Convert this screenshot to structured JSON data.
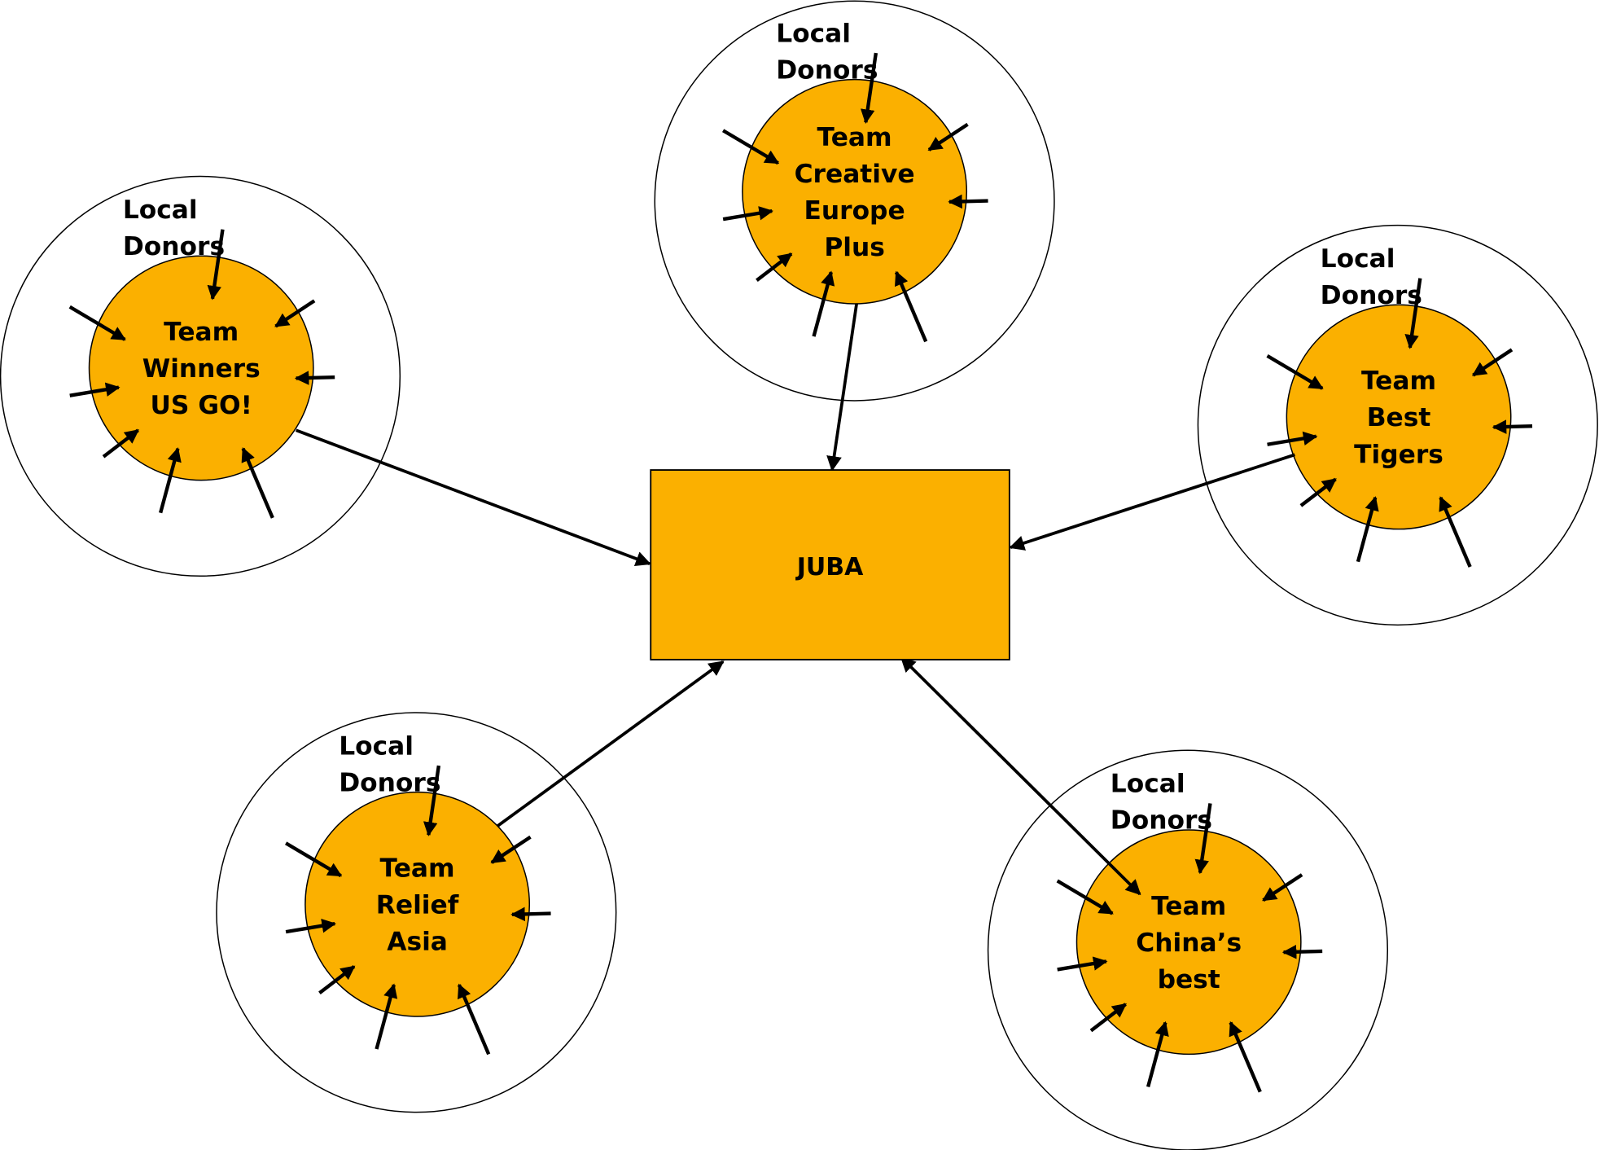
{
  "colors": {
    "fill": "#FBB000",
    "stroke": "#000000"
  },
  "hub": {
    "label": "JUBA"
  },
  "clusters": [
    {
      "id": "winners",
      "donor_label": [
        "Local",
        "Donors"
      ],
      "team_label": [
        "Team",
        "Winners",
        "US GO!"
      ],
      "link": "to-hub"
    },
    {
      "id": "creative",
      "donor_label": [
        "Local",
        "Donors"
      ],
      "team_label": [
        "Team",
        "Creative",
        "Europe",
        "Plus"
      ],
      "link": "to-hub"
    },
    {
      "id": "tigers",
      "donor_label": [
        "Local",
        "Donors"
      ],
      "team_label": [
        "Team",
        "Best",
        "Tigers"
      ],
      "link": "to-hub"
    },
    {
      "id": "relief",
      "donor_label": [
        "Local",
        "Donors"
      ],
      "team_label": [
        "Team",
        "Relief",
        "Asia"
      ],
      "link": "to-hub"
    },
    {
      "id": "china",
      "donor_label": [
        "Local",
        "Donors"
      ],
      "team_label": [
        "Team",
        "China’s",
        "best"
      ],
      "link": "bidirectional"
    }
  ]
}
